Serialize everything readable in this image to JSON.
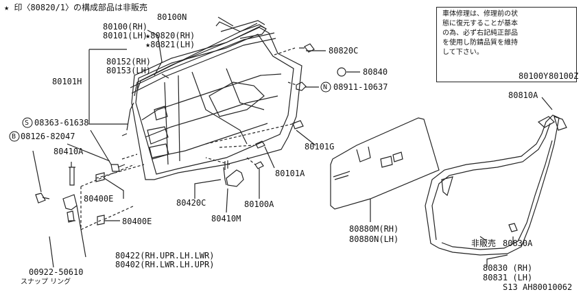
{
  "header_note": "★ 印〈80820/1〉の構成部品は非販売",
  "notice": {
    "text": "車体修理は、修理前の状態に復元することが基本の為、必ず右記純正部品を使用し防錆品質を維持して下さい。",
    "left_part": "80100Y",
    "right_part": "80100Z"
  },
  "labels": {
    "p80100N": "80100N",
    "p80100RH": "80100(RH)",
    "p80101LH": "80101(LH)",
    "p80820RH": "★80820(RH)",
    "p80821LH": "★80821(LH)",
    "p80152RH": "80152(RH)",
    "p80153LH": "80153(LH)",
    "p80101H": "80101H",
    "p80820C": "80820C",
    "p80840": "80840",
    "p08911": "08911-10637",
    "p08911_prefix": "N",
    "p08363": "08363-61638",
    "p08363_prefix": "S",
    "p08126": "08126-82047",
    "p08126_prefix": "B",
    "p80410A": "80410A",
    "p80101G": "80101G",
    "p80400E_1": "80400E",
    "p80400E_2": "80400E",
    "p80101A": "80101A",
    "p80420C": "80420C",
    "p80100A": "80100A",
    "p80410M": "80410M",
    "p80810A": "80810A",
    "p80880M": "80880M(RH)",
    "p80880N": "80880N(LH)",
    "p80422": "80422(RH.UPR.LH.LWR)",
    "p80402": "80402(RH.LWR.LH.UPR)",
    "p00922": "00922-50610",
    "snap_ring": "スナップ リング",
    "not_for_sale": "非販売",
    "p80830A": "80830A",
    "p80830RH": "80830 (RH)",
    "p80831LH": "80831 (LH)",
    "model": "S13",
    "diagram_code": "AH80010062"
  }
}
